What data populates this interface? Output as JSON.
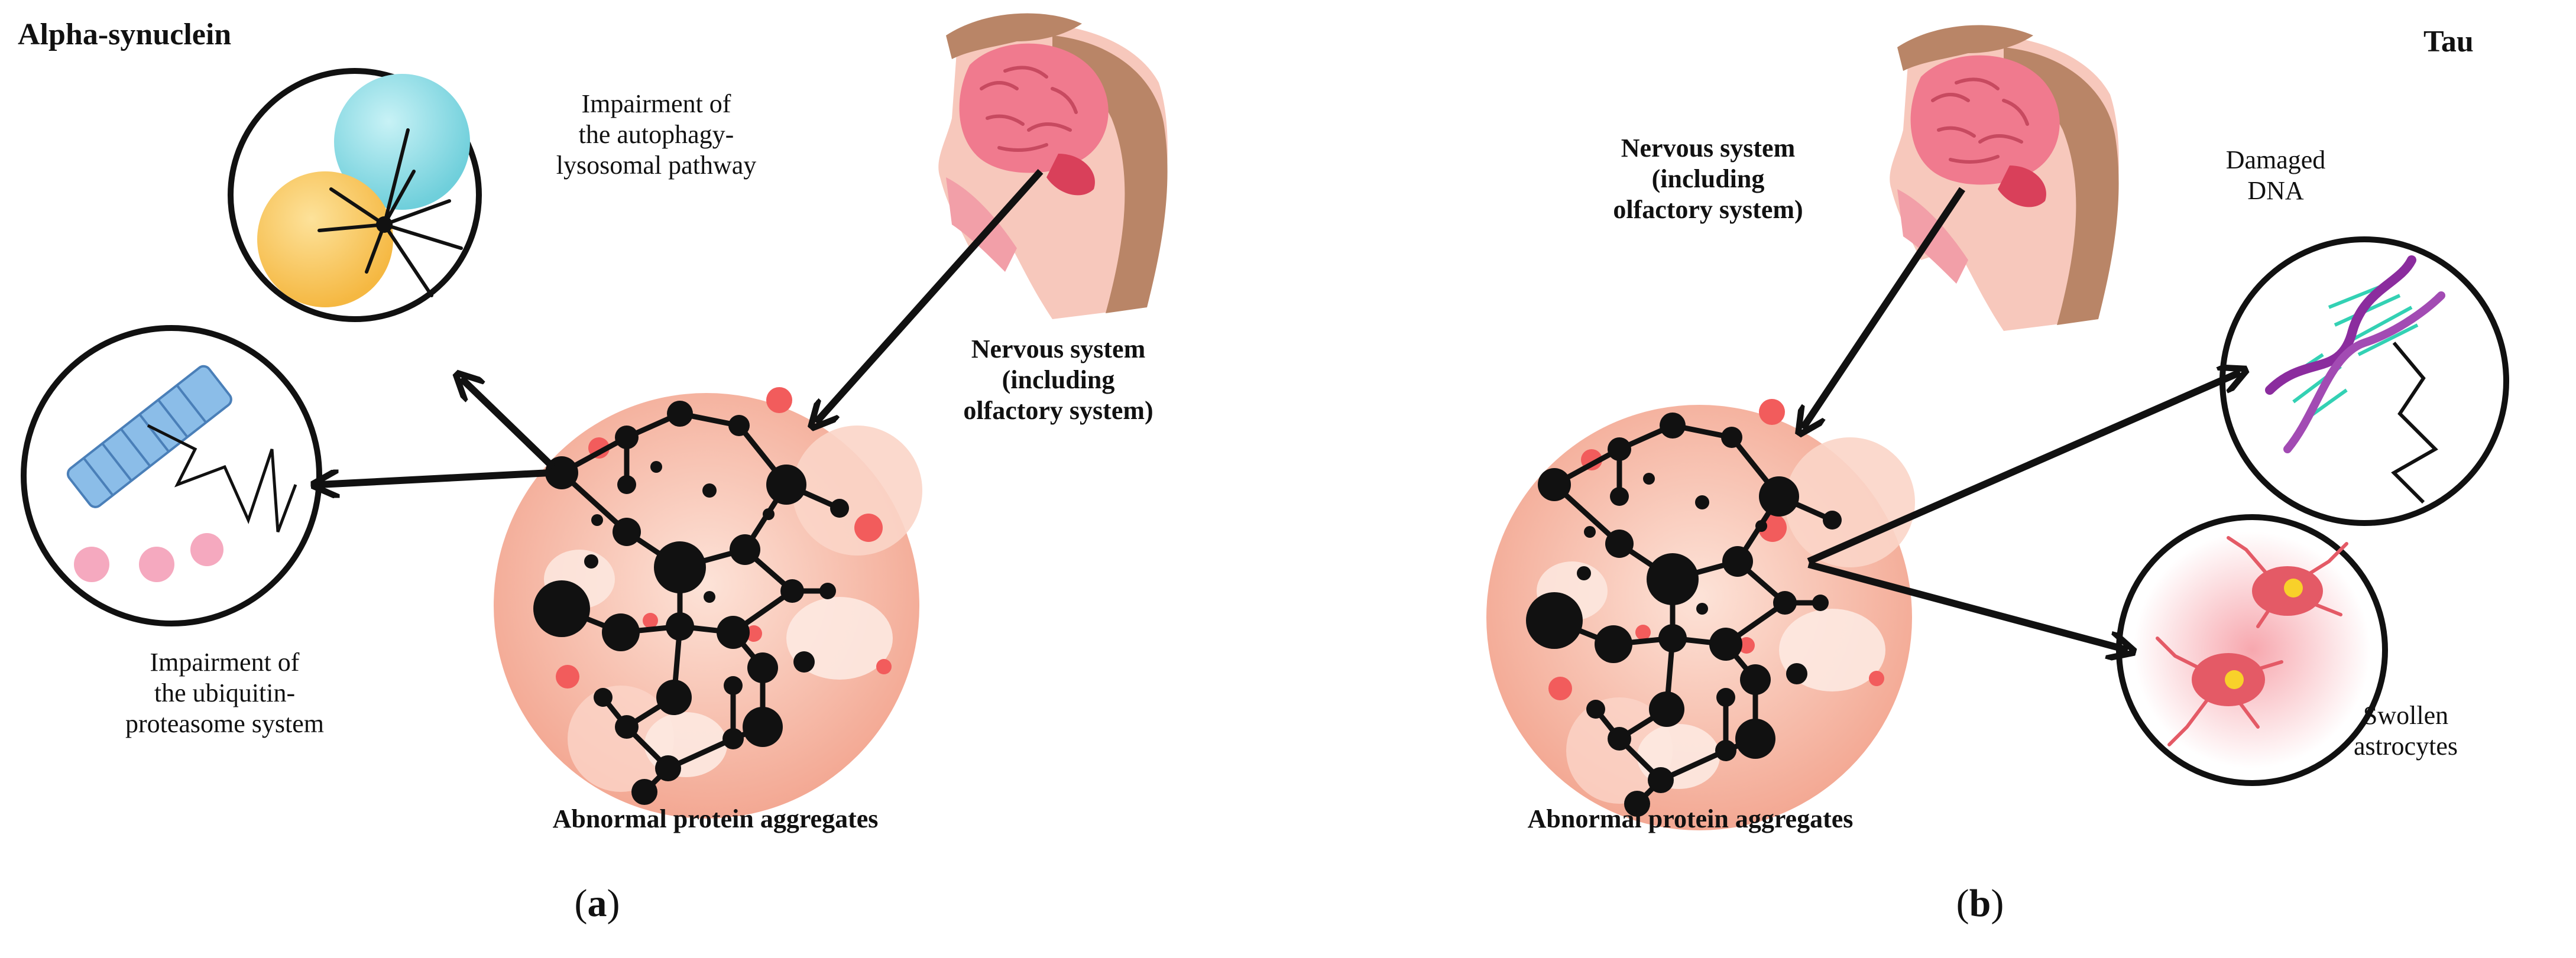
{
  "panel_a": {
    "title": "Alpha-synuclein",
    "autophagy_label": [
      "Impairment of",
      "the autophagy-",
      "lysosomal pathway"
    ],
    "ups_label": [
      "Impairment of",
      "the ubiquitin-",
      "proteasome system"
    ],
    "nervous_label": [
      "Nervous system",
      "(including",
      "olfactory system)"
    ],
    "aggregates_label": "Abnormal protein aggregates",
    "caption_open": "(",
    "caption_letter": "a",
    "caption_close": ")"
  },
  "panel_b": {
    "title": "Tau",
    "nervous_label": [
      "Nervous system",
      "(including",
      "olfactory system)"
    ],
    "dna_label": [
      "Damaged",
      "DNA"
    ],
    "astro_label": [
      "Swollen",
      "astrocytes"
    ],
    "aggregates_label": "Abnormal protein aggregates",
    "caption_open": "(",
    "caption_letter": "b",
    "caption_close": ")"
  },
  "colors": {
    "aggregate_base": "#f6b8a6",
    "aggregate_light": "#fde3d8",
    "accent_red": "#f25c5c",
    "skin": "#f7c8bc",
    "brain": "#f07a8e",
    "hair": "#b98567",
    "cyan_sphere": "#7fd6e0",
    "yellow_sphere": "#f8c55a",
    "helix_purple": "#8b2c9e",
    "dna_teal": "#33d1b4",
    "astro_red": "#e45a66"
  }
}
